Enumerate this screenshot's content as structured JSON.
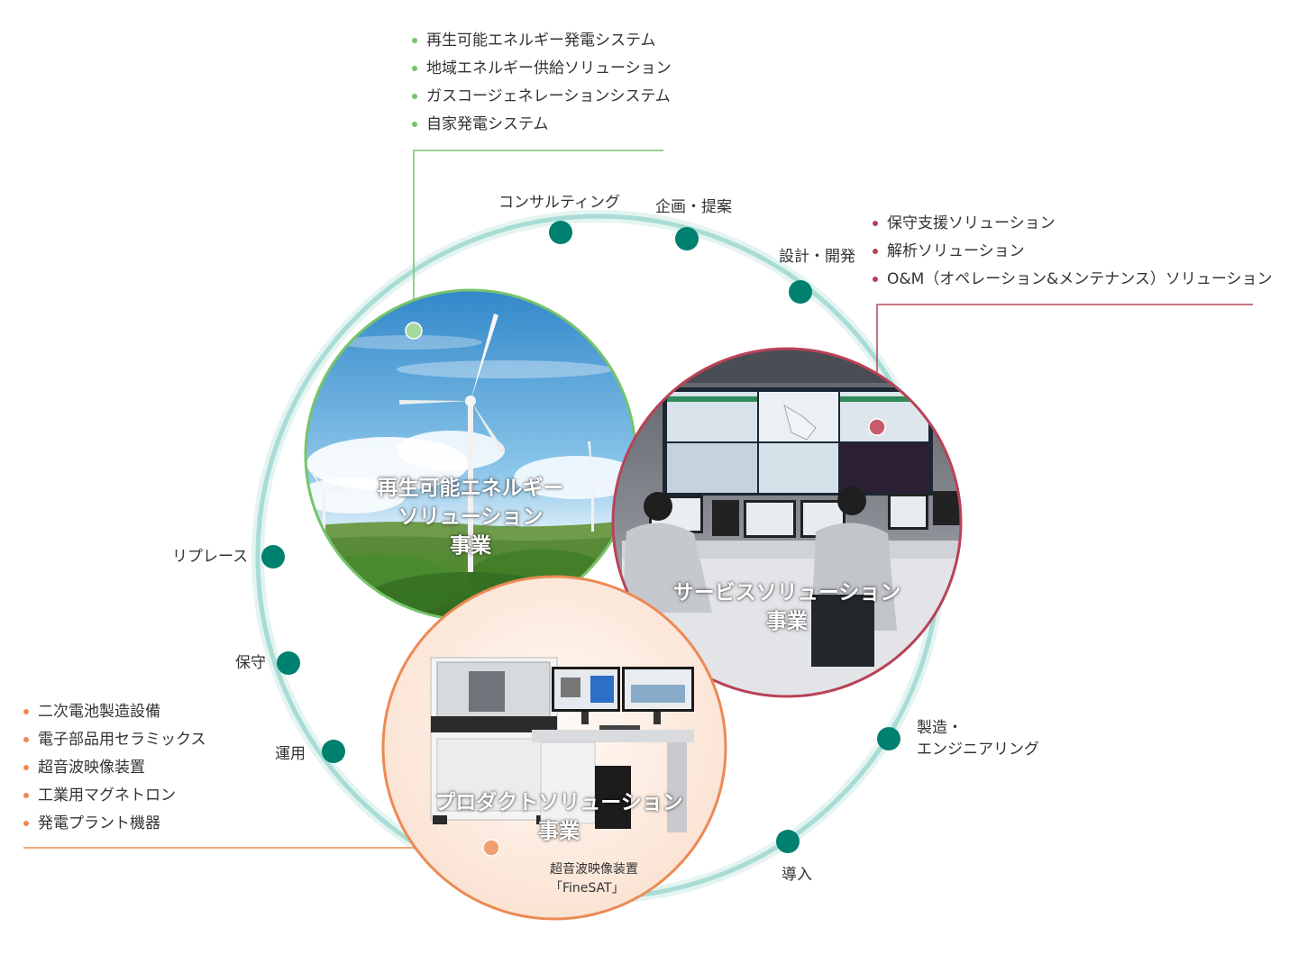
{
  "colors": {
    "teal": "#00806f",
    "ring": "#a9dcd5",
    "green": "#76c36b",
    "red": "#b94258",
    "orange": "#ec8a55"
  },
  "renewable": {
    "title_lines": [
      "再生可能エネルギー",
      "ソリューション",
      "事業"
    ],
    "items": [
      "再生可能エネルギー発電システム",
      "地域エネルギー供給ソリューション",
      "ガスコージェネレーションシステム",
      "自家発電システム"
    ]
  },
  "service": {
    "title_lines": [
      "サービスソリューション",
      "事業"
    ],
    "items": [
      "保守支援ソリューション",
      "解析ソリューション",
      "O&M（オペレーション&メンテナンス）ソリューション"
    ]
  },
  "product": {
    "title_lines": [
      "プロダクトソリューション",
      "事業"
    ],
    "caption_lines": [
      "超音波映像装置",
      "「FineSAT」"
    ],
    "items": [
      "二次電池製造設備",
      "電子部品用セラミックス",
      "超音波映像装置",
      "工業用マグネトロン",
      "発電プラント機器"
    ]
  },
  "cycle_stages": {
    "consulting": "コンサルティング",
    "planning": "企画・提案",
    "design": "設計・開発",
    "manufacturing_line1": "製造・",
    "manufacturing_line2": "エンジニアリング",
    "introduction": "導入",
    "operation": "運用",
    "maintenance": "保守",
    "replace": "リプレース"
  }
}
